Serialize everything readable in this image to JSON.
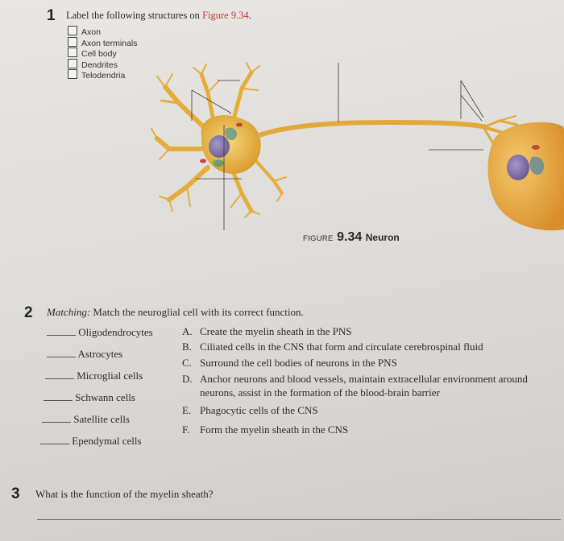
{
  "q1": {
    "number": "1",
    "prompt_before": "Label the following structures on ",
    "figure_ref": "Figure 9.34",
    "prompt_after": ".",
    "checklist": [
      "Axon",
      "Axon terminals",
      "Cell body",
      "Dendrites",
      "Telodendria"
    ]
  },
  "figure": {
    "label_prefix": "FIGURE",
    "label_number": "9.34",
    "label_title": "Neuron"
  },
  "q2": {
    "number": "2",
    "prompt_em": "Matching:",
    "prompt_rest": " Match the neuroglial cell with its correct function.",
    "terms": [
      "Oligodendrocytes",
      "Astrocytes",
      "Microglial cells",
      "Schwann cells",
      "Satellite cells",
      "Ependymal cells"
    ],
    "functions": [
      {
        "letter": "A.",
        "text": "Create the myelin sheath in the PNS"
      },
      {
        "letter": "B.",
        "text": "Ciliated cells in the CNS that form and circulate cerebrospinal fluid"
      },
      {
        "letter": "C.",
        "text": "Surround the cell bodies of neurons in the PNS"
      },
      {
        "letter": "D.",
        "text": "Anchor neurons and blood vessels, maintain extracellular environment around",
        "text2": "neurons, assist in the formation of the blood-brain barrier"
      },
      {
        "letter": "E.",
        "text": "Phagocytic cells of the CNS"
      },
      {
        "letter": "F.",
        "text": "Form the myelin sheath in the CNS"
      }
    ]
  },
  "q3": {
    "number": "3",
    "prompt": "What is the function of the myelin sheath?"
  }
}
